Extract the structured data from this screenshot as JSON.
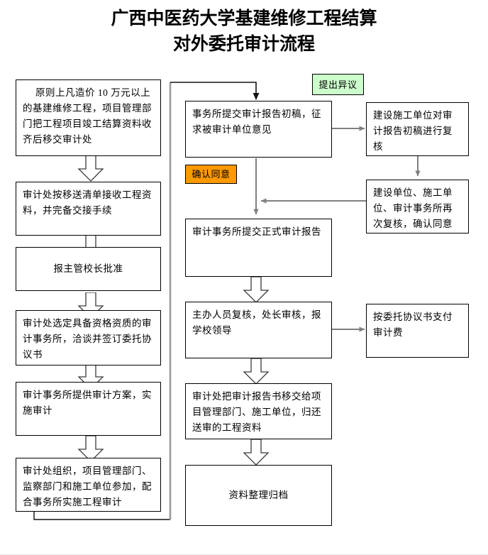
{
  "title": {
    "line1": "广西中医药大学基建维修工程结算",
    "line2": "对外委托审计流程"
  },
  "colors": {
    "box_border": "#000000",
    "box_fill": "#ffffff",
    "connector": "#808080",
    "chip_green": "#ccffcc",
    "chip_orange": "#ff9900",
    "text": "#000000"
  },
  "left_column": [
    {
      "id": "l1",
      "text": "原则上凡造价 10 万元以上的基建维修工程，项目管理部门把工程项目竣工结算资料收齐后移交审计处"
    },
    {
      "id": "l2",
      "text": "审计处按移送清单接收工程资料，并完备交接手续"
    },
    {
      "id": "l3",
      "text": "报主管校长批准"
    },
    {
      "id": "l4",
      "text": "审计处选定具备资格资质的审计事务所，洽谈并签订委托协议书"
    },
    {
      "id": "l5",
      "text": "审计事务所提供审计方案，实施审计"
    },
    {
      "id": "l6",
      "text": "审计处组织，项目管理部门、监察部门和施工单位参加，配合事务所实施工程审计"
    }
  ],
  "middle_column": [
    {
      "id": "m1",
      "text": "事务所提交审计报告初稿，征求被审计单位意见"
    },
    {
      "id": "m2",
      "text": "审计事务所提交正式审计报告"
    },
    {
      "id": "m3",
      "text": "主办人员复核，处长审核，报学校领导"
    },
    {
      "id": "m4",
      "text": "审计处把审计报告书移交给项目管理部门、施工单位，归还送审的工程资料"
    },
    {
      "id": "m5",
      "text": "资料整理归档"
    }
  ],
  "right_column": [
    {
      "id": "r1",
      "text": "建设施工单位对审计报告初稿进行复核"
    },
    {
      "id": "r2",
      "text": "建设单位、施工单位、审计事务所再次复核，确认同意"
    },
    {
      "id": "r3",
      "text": "按委托协议书支付审计费"
    }
  ],
  "labels": {
    "objection": "提出异议",
    "agreement": "确认同意"
  }
}
